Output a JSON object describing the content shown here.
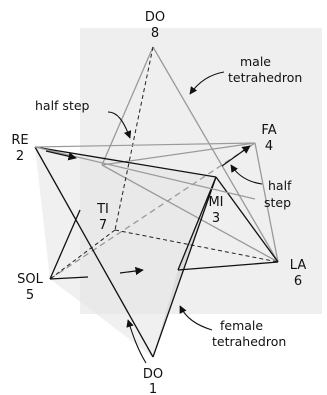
{
  "background_color": "#efefef",
  "colors": {
    "edge": "#999999",
    "dark_edge": "#111111",
    "face_shade": "#d8d8d8"
  },
  "nodes": [
    {
      "id": "do-top",
      "name": "DO",
      "number": "8"
    },
    {
      "id": "re",
      "name": "RE",
      "number": "2"
    },
    {
      "id": "fa",
      "name": "FA",
      "number": "4"
    },
    {
      "id": "ti",
      "name": "TI",
      "number": "7"
    },
    {
      "id": "mi",
      "name": "MI",
      "number": "3"
    },
    {
      "id": "sol",
      "name": "SOL",
      "number": "5"
    },
    {
      "id": "la",
      "name": "LA",
      "number": "6"
    },
    {
      "id": "do-bottom",
      "name": "DO",
      "number": "1"
    }
  ],
  "annotations": {
    "male": [
      "male",
      "tetrahedron"
    ],
    "half_step_left": "half step",
    "half_step_right": [
      "half",
      "step"
    ],
    "female": [
      "female",
      "tetrahedron"
    ]
  }
}
